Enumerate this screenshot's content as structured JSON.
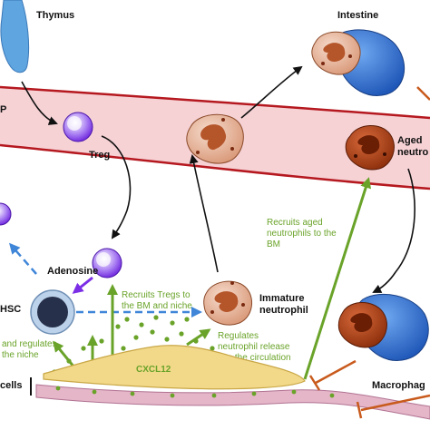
{
  "labels": {
    "thymus": "Thymus",
    "intestine": "Intestine",
    "edge_p": "P",
    "treg": "Treg",
    "aged_line1": "Aged",
    "aged_line2": "neutro",
    "adenosine": "Adenosine",
    "hsc": "HSC",
    "immature_line1": "Immature",
    "immature_line2": "neutrophil",
    "cxcl12": "CXCL12",
    "cells": "cells",
    "macrophage": "Macrophag"
  },
  "annotations": {
    "recruits_aged": [
      "Recruits aged",
      "neutrophils to the",
      "BM"
    ],
    "recruits_tregs": [
      "Recruits Tregs to",
      "the BM and niche"
    ],
    "regulates_release": [
      "Regulates",
      "neutrophil release",
      "into the circulation"
    ],
    "niche_left": [
      "and regulates",
      "the niche"
    ]
  },
  "colors": {
    "vessel": "#f6d2d5",
    "vessel_edge": "#b5181f",
    "treg": "#7b2ee6",
    "hsc": "#27304a",
    "hsc_ring": "#bcd2ea",
    "neutrophil": "#e8b79d",
    "aged_neutrophil": "#b8471a",
    "macrophage": "#2f6fd6",
    "green": "#6aa329",
    "stroma": "#f2d98a",
    "inhibit": "#c85a1c",
    "thymus": "#5fa5e0"
  }
}
